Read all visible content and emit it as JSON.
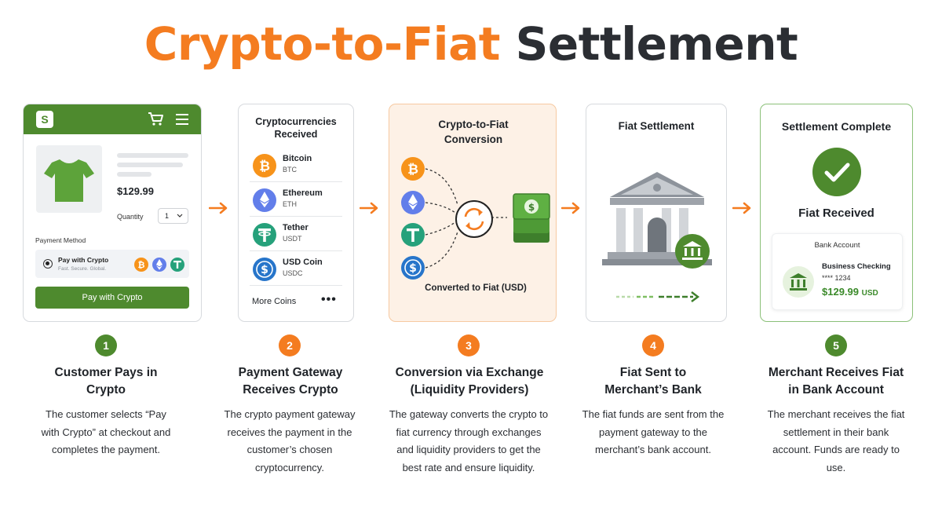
{
  "title": {
    "part1": "Crypto-to-Fiat",
    "part2": "Settlement"
  },
  "colors": {
    "accent_orange": "#f47c20",
    "brand_green": "#4e8a2e",
    "text_dark": "#2b2e33"
  },
  "checkout": {
    "store_icon": "shopping-bag-icon",
    "price": "$129.99",
    "quantity_label": "Quantity",
    "quantity_value": "1",
    "payment_method_label": "Payment Method",
    "option_title": "Pay with Crypto",
    "option_subtitle": "Fast. Secure. Global.",
    "pay_button": "Pay with Crypto"
  },
  "gateway": {
    "title": "Cryptocurrencies Received",
    "coins": [
      {
        "name": "Bitcoin",
        "symbol": "BTC",
        "icon": "bitcoin-icon",
        "color": "#f7931a"
      },
      {
        "name": "Ethereum",
        "symbol": "ETH",
        "icon": "ethereum-icon",
        "color": "#627eea"
      },
      {
        "name": "Tether",
        "symbol": "USDT",
        "icon": "tether-icon",
        "color": "#26a17b"
      },
      {
        "name": "USD Coin",
        "symbol": "USDC",
        "icon": "usd-coin-icon",
        "color": "#2775ca"
      }
    ],
    "more": "More Coins",
    "more_dots": "•••"
  },
  "conversion": {
    "title": "Crypto-to-Fiat Conversion",
    "caption": "Converted to Fiat (USD)"
  },
  "fiat_settlement": {
    "title": "Fiat Settlement"
  },
  "complete": {
    "title": "Settlement Complete",
    "status": "Fiat Received",
    "bank_account_label": "Bank Account",
    "account_name": "Business Checking",
    "account_number": "**** 1234",
    "amount": "$129.99",
    "currency": "USD"
  },
  "steps": [
    {
      "number": "1",
      "title": "Customer Pays in Crypto",
      "description": "The customer selects “Pay with Crypto” at checkout and completes the payment."
    },
    {
      "number": "2",
      "title": "Payment Gateway Receives Crypto",
      "description": "The crypto payment gateway receives the payment in the customer’s chosen cryptocurrency."
    },
    {
      "number": "3",
      "title": "Conversion via Exchange (Liquidity Providers)",
      "description": "The gateway converts the crypto to fiat currency through exchanges and liquidity providers to get the best rate and ensure liquidity."
    },
    {
      "number": "4",
      "title": "Fiat Sent to Merchant’s Bank",
      "description": "The fiat funds are sent from the payment gateway to the merchant’s bank account."
    },
    {
      "number": "5",
      "title": "Merchant Receives Fiat in Bank Account",
      "description": "The merchant receives the fiat settlement in their bank account. Funds are ready to use."
    }
  ]
}
